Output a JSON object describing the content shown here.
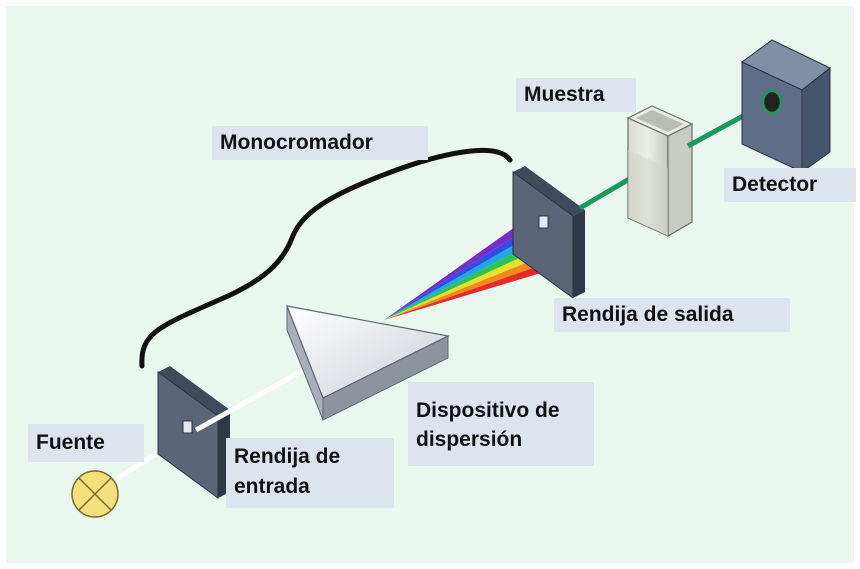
{
  "labels": {
    "fuente": "Fuente",
    "rendija_entrada": "Rendija de entrada",
    "monocromador": "Monocromador",
    "dispositivo": "Dispositivo de dispersión",
    "rendija_salida": "Rendija de salida",
    "muestra": "Muestra",
    "detector": "Detector"
  },
  "colors": {
    "background": "#e9f7ef",
    "label_box": "#dde4ee",
    "slit_plate": "#5a6678",
    "beam_white": "#ffffff",
    "beam_green": "#1a9a5a",
    "lamp": "#f6e07a"
  },
  "spectrum_colors": [
    "#7a2cc4",
    "#2f4fe0",
    "#1fa7e6",
    "#2fc24a",
    "#e8e02a",
    "#f28a1e",
    "#e52a2a"
  ]
}
